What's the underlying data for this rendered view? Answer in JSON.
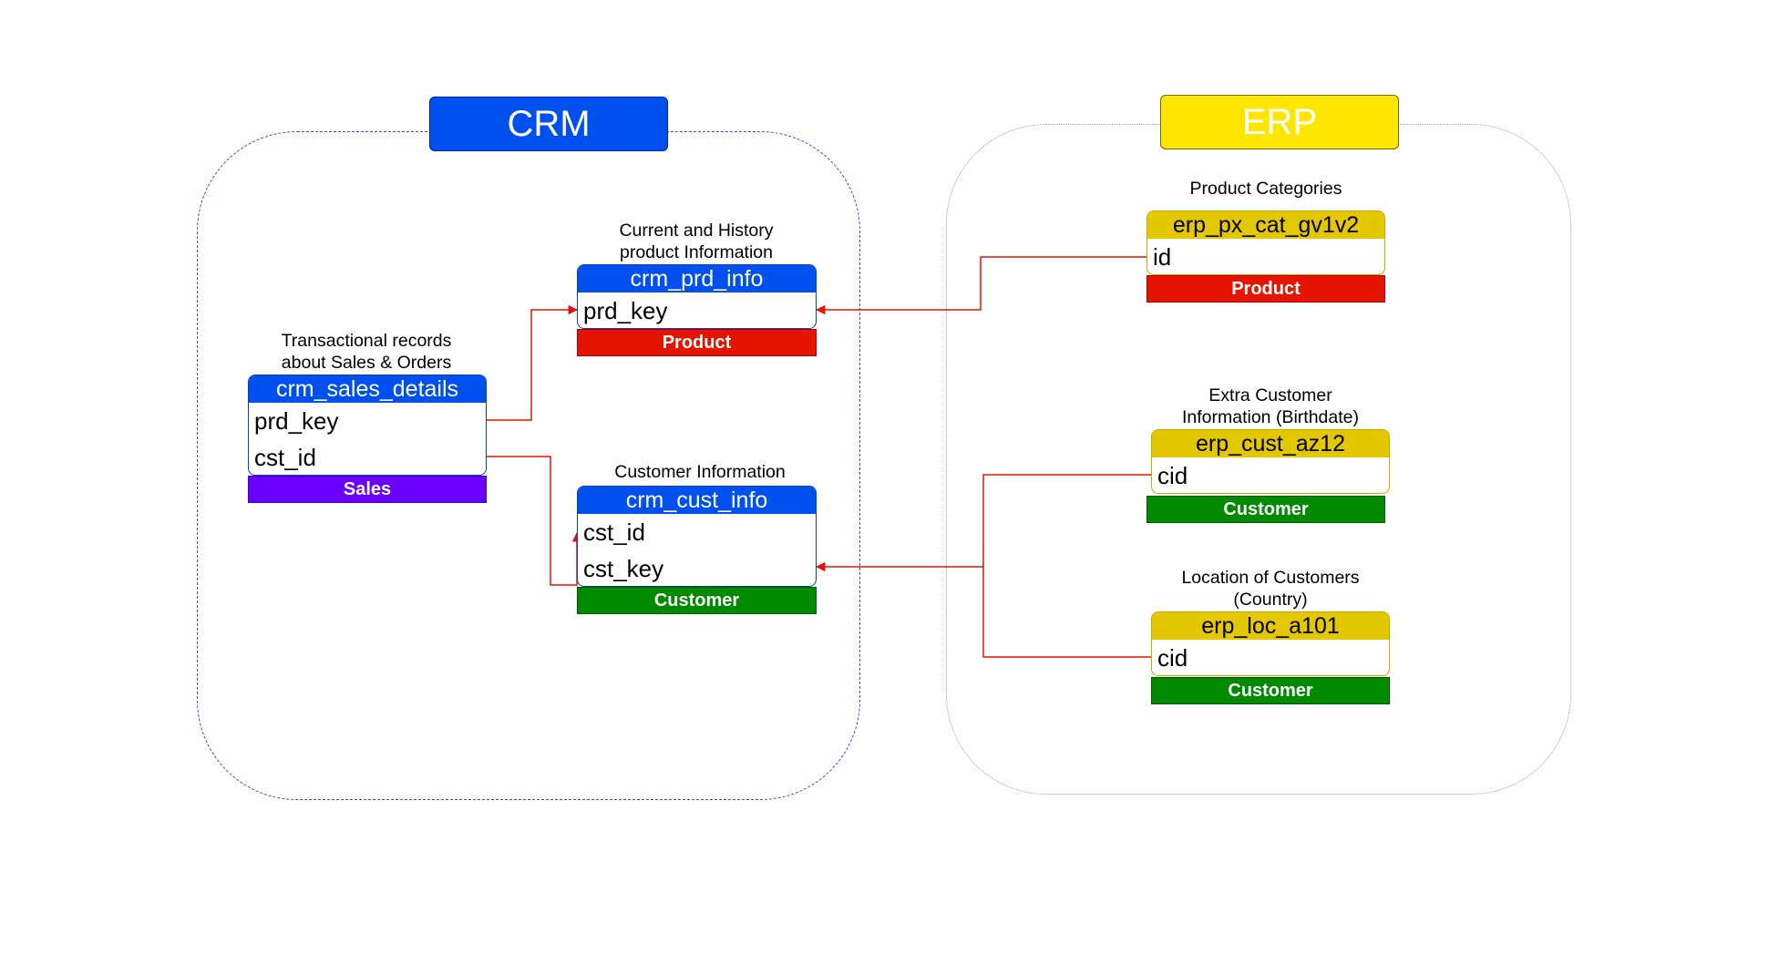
{
  "groups": {
    "crm": {
      "title": "CRM"
    },
    "erp": {
      "title": "ERP"
    }
  },
  "tables": {
    "crm_sales_details": {
      "caption_lines": [
        "Transactional records",
        "about Sales & Orders"
      ],
      "name": "crm_sales_details",
      "fields": [
        "prd_key",
        "cst_id"
      ],
      "tag": "Sales"
    },
    "crm_prd_info": {
      "caption_lines": [
        "Current and History",
        "product Information"
      ],
      "name": "crm_prd_info",
      "fields": [
        "prd_key"
      ],
      "tag": "Product"
    },
    "crm_cust_info": {
      "caption_lines": [
        "Customer Information"
      ],
      "name": "crm_cust_info",
      "fields": [
        "cst_id",
        "cst_key"
      ],
      "tag": "Customer"
    },
    "erp_px_cat_gv1v2": {
      "caption_lines": [
        "Product Categories"
      ],
      "name": "erp_px_cat_gv1v2",
      "fields": [
        "id"
      ],
      "tag": "Product"
    },
    "erp_cust_az12": {
      "caption_lines": [
        "Extra Customer",
        "Information (Birthdate)"
      ],
      "name": "erp_cust_az12",
      "fields": [
        "cid"
      ],
      "tag": "Customer"
    },
    "erp_loc_a101": {
      "caption_lines": [
        "Location of Customers",
        "(Country)"
      ],
      "name": "erp_loc_a101",
      "fields": [
        "cid"
      ],
      "tag": "Customer"
    }
  },
  "colors": {
    "crm_blue": "#0050ef",
    "erp_yellow": "#ffe600",
    "product_red": "#e51400",
    "customer_green": "#008a00",
    "sales_purple": "#6a00ff",
    "connector_red": "#e51400"
  }
}
